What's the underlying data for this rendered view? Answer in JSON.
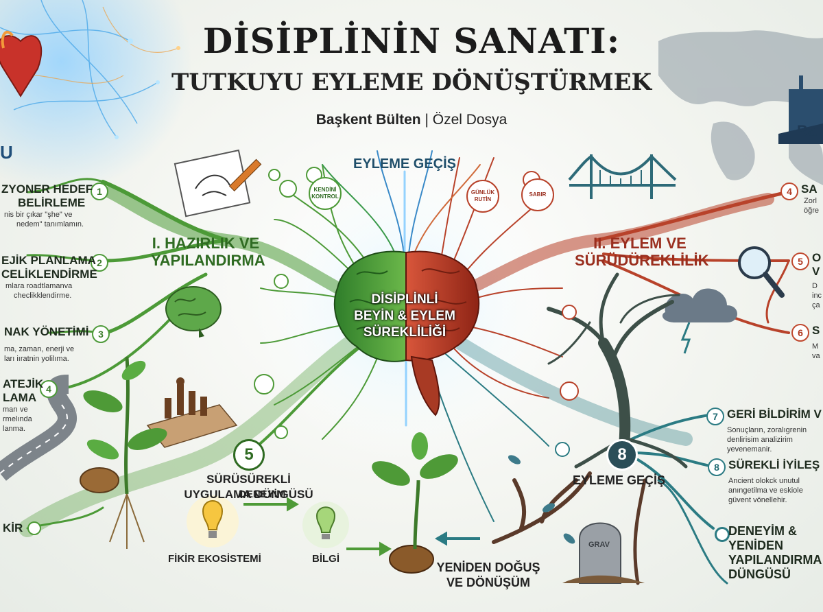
{
  "title": {
    "line1": "DİSİPLİNİN SANATI:",
    "line2": "TUTKUYU EYLEME DÖNÜŞTÜRMEK",
    "source": "Başkent Bülten",
    "section": "Özel Dosya"
  },
  "top_left_fragment": "U",
  "top_right_fragment": "Ba",
  "center": {
    "brain_label_1": "DİSİPLİNLİ",
    "brain_label_2": "BEYİN & EYLEM",
    "brain_label_3": "SÜREKLİLİĞİ",
    "top_label": "EYLEME GEÇİŞ",
    "node_left": "KENDİNİ KONTROL",
    "node_right_1": "GÜNLÜK RUTİN",
    "node_right_2": "SABIR"
  },
  "branch_left": {
    "title_1": "I. HAZIRLIK VE",
    "title_2": "YAPILANDIRMA",
    "items": [
      {
        "num": "1",
        "title_1": "ZYONER HEDEF",
        "title_2": "BELİRLEME",
        "desc_1": "nis bir çıkar \"şhe\" ve",
        "desc_2": "nedem\" tanımlamın."
      },
      {
        "num": "2",
        "title_1": "EJİK PLANLAMA",
        "title_2": "CELİKLENDİRME",
        "desc_1": "mlara roadtlamanva",
        "desc_2": "checlikklendirme."
      },
      {
        "num": "3",
        "title_1": "NAK YÖNETİMİ",
        "title_2": "",
        "desc_1": "ma, zaman, enerji ve",
        "desc_2": "ları iıratnin yolilıma."
      },
      {
        "num": "4",
        "title_1": "ATEJİK",
        "title_2": "LAMA",
        "desc_1": "marı ve",
        "desc_2": "rmelında",
        "desc_3": "lanma."
      }
    ],
    "last_item": "KİR"
  },
  "branch_bottom": {
    "num": "5",
    "title_1": "SÜRÜSÜREKLİ",
    "title_2": "UYGULAMA DÜNGÜSÜ",
    "deneyim": "DENEYİM",
    "fikir": "FİKİR EKOSİSTEMİ",
    "bilgi": "BİLGİ",
    "rebirth_1": "YENİDEN DOĞUŞ",
    "rebirth_2": "VE DÖNÜŞÜM",
    "grave": "GRAV"
  },
  "branch_right": {
    "title_1": "II. EYLEM VE",
    "title_2": "SÜRÜDÜREKLİLİK",
    "items": [
      {
        "num": "4",
        "title": "SA",
        "desc_1": "Zorl",
        "desc_2": "öğre"
      },
      {
        "num": "5",
        "title_1": "O",
        "title_2": "V",
        "desc_1": "D",
        "desc_2": "inc",
        "desc_3": "ça"
      },
      {
        "num": "6",
        "title": "S",
        "desc_1": "M",
        "desc_2": "va"
      }
    ]
  },
  "branch_teal": {
    "num": "8",
    "title": "EYLEME GEÇİŞ",
    "items": [
      {
        "num": "7",
        "title": "GERİ BİLDİRİM V",
        "desc_1": "Sonuçların, zoralıgrenin",
        "desc_2": "denlirisim analizirim",
        "desc_3": "yevenemanir."
      },
      {
        "num": "8",
        "title": "SÜREKLİ İYİLEŞ",
        "desc_1": "Ancient olokck unutul",
        "desc_2": "anıngetilma ve eskiole",
        "desc_3": "güvent vönellehir."
      }
    ],
    "last_1": "DENEYİM &",
    "last_2": "YENİDEN",
    "last_3": "YAPILANDIRMA",
    "last_4": "DÜNGÜSÜ"
  },
  "colors": {
    "green": "#3f8a2c",
    "red": "#b8422a",
    "teal": "#2b7b83",
    "title": "#1b1b1b"
  },
  "icons": [
    "heart-icon",
    "neuron-network",
    "world-map",
    "sketch-pad-icon",
    "pencil-icon",
    "bridge-icon",
    "brain-icon",
    "chess-icon",
    "magnifier-icon",
    "storm-cloud-icon",
    "tree-icon",
    "sprout-icon",
    "road-icon",
    "seed-icon",
    "lightbulb-icon",
    "gravestone-icon"
  ]
}
